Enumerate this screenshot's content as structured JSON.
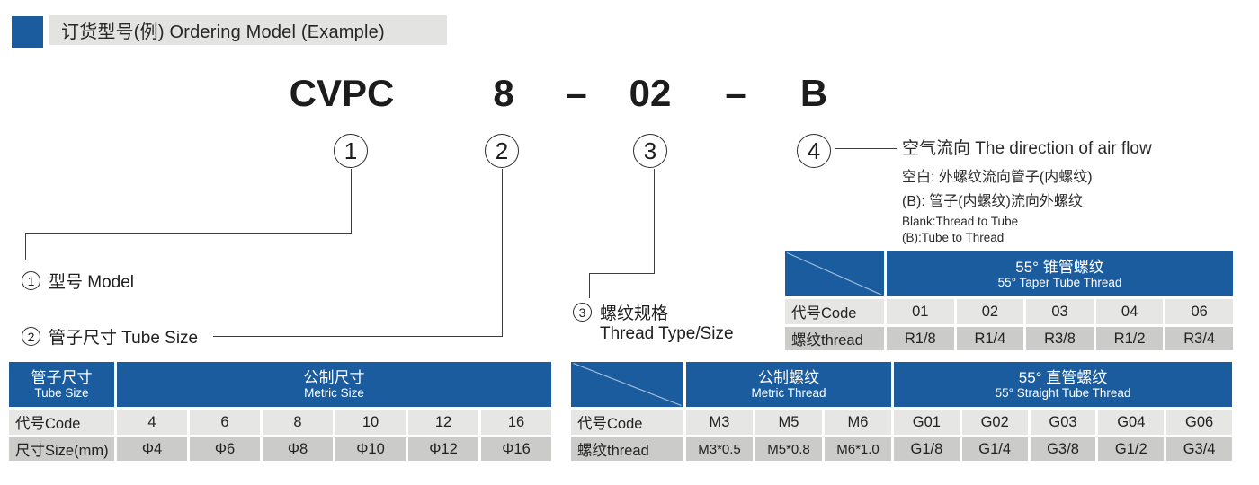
{
  "colors": {
    "blue": "#1b5c9e",
    "row-light": "#e6e6e4",
    "row-dark": "#cbcbc9",
    "titlebar": "#e3e3e1",
    "line": "#3d3d3d"
  },
  "header": {
    "title": "订货型号(例) Ordering Model (Example)"
  },
  "model": {
    "p1": "CVPC",
    "p2": "8",
    "d1": "–",
    "p3": "02",
    "d2": "–",
    "p4": "B"
  },
  "callouts": {
    "n1": "1",
    "n2": "2",
    "n3": "3",
    "n4": "4",
    "c1": {
      "label": "型号 Model"
    },
    "c2": {
      "label": "管子尺寸 Tube Size"
    },
    "c3": {
      "label_zh": "螺纹规格",
      "label_en": "Thread Type/Size"
    },
    "c4": {
      "title": "空气流向 The direction of air flow",
      "line1": "空白: 外螺纹流向管子(内螺纹)",
      "line2": "(B): 管子(内螺纹)流向外螺纹",
      "line3": "Blank:Thread to Tube",
      "line4": "(B):Tube to Thread"
    }
  },
  "tube_table": {
    "corner_zh": "管子尺寸",
    "corner_en": "Tube Size",
    "group_zh": "公制尺寸",
    "group_en": "Metric Size",
    "row1_label": "代号Code",
    "row1": [
      "4",
      "6",
      "8",
      "10",
      "12",
      "16"
    ],
    "row2_label": "尺寸Size(mm)",
    "row2": [
      "Φ4",
      "Φ6",
      "Φ8",
      "Φ10",
      "Φ12",
      "Φ16"
    ]
  },
  "taper_table": {
    "group_zh": "55° 锥管螺纹",
    "group_en": "55° Taper Tube Thread",
    "row1_label": "代号Code",
    "row1": [
      "01",
      "02",
      "03",
      "04",
      "06"
    ],
    "row2_label": "螺纹thread",
    "row2": [
      "R1/8",
      "R1/4",
      "R3/8",
      "R1/2",
      "R3/4"
    ]
  },
  "thread_table": {
    "group1_zh": "公制螺纹",
    "group1_en": "Metric Thread",
    "group2_zh": "55° 直管螺纹",
    "group2_en": "55° Straight Tube Thread",
    "row1_label": "代号Code",
    "row1": [
      "M3",
      "M5",
      "M6",
      "G01",
      "G02",
      "G03",
      "G04",
      "G06"
    ],
    "row2_label": "螺纹thread",
    "row2": [
      "M3*0.5",
      "M5*0.8",
      "M6*1.0",
      "G1/8",
      "G1/4",
      "G3/8",
      "G1/2",
      "G3/4"
    ]
  }
}
